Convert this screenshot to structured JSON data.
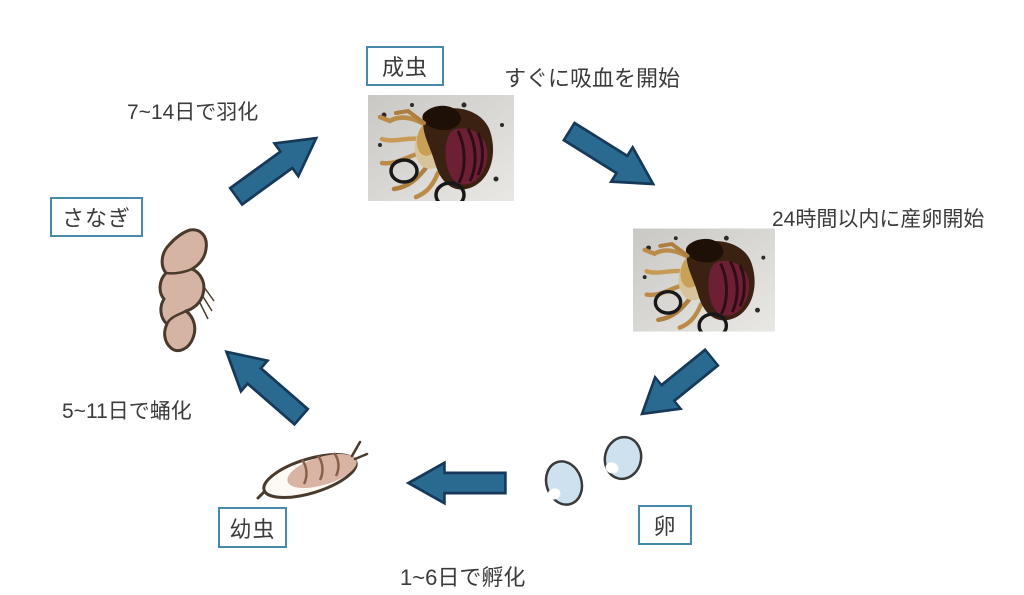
{
  "diagram": {
    "subject": "flea-life-cycle",
    "stages": {
      "adult": {
        "label": "成虫"
      },
      "pupa": {
        "label": "さなぎ"
      },
      "larva": {
        "label": "幼虫"
      },
      "egg": {
        "label": "卵"
      }
    },
    "annotations": {
      "feeding": "すぐに吸血を開始",
      "egg_laying": "24時間以内に産卵開始",
      "hatching": "1~6日で孵化",
      "pupation": "5~11日で蛹化",
      "emergence": "7~14日で羽化"
    },
    "cycle_edges": [
      {
        "from": "さなぎ",
        "to": "成虫",
        "note": "7~14日で羽化",
        "arrow_direction": "up-right"
      },
      {
        "from": "成虫",
        "to": "産卵",
        "note": "すぐに吸血を開始 / 24時間以内に産卵開始",
        "arrow_direction": "down-right"
      },
      {
        "from": "産卵",
        "to": "卵",
        "note": "",
        "arrow_direction": "down-left"
      },
      {
        "from": "卵",
        "to": "幼虫",
        "note": "1~6日で孵化",
        "arrow_direction": "left"
      },
      {
        "from": "幼虫",
        "to": "さなぎ",
        "note": "5~11日で蛹化",
        "arrow_direction": "up-left"
      }
    ],
    "images": {
      "top_photo": "adult-flea-microscope-photo",
      "right_photo": "adult-flea-microscope-photo"
    },
    "colors": {
      "background": "#ffffff",
      "arrow_fill": "#2a6a91",
      "arrow_outline": "#16395a",
      "box_border": "#4789a8",
      "text": "#3b3b3b",
      "egg_fill": "#cde1ee",
      "larva_body": "#d9b3a4",
      "pupa_body": "#d6b4a4",
      "photo_background": "#d8d6d2"
    }
  }
}
